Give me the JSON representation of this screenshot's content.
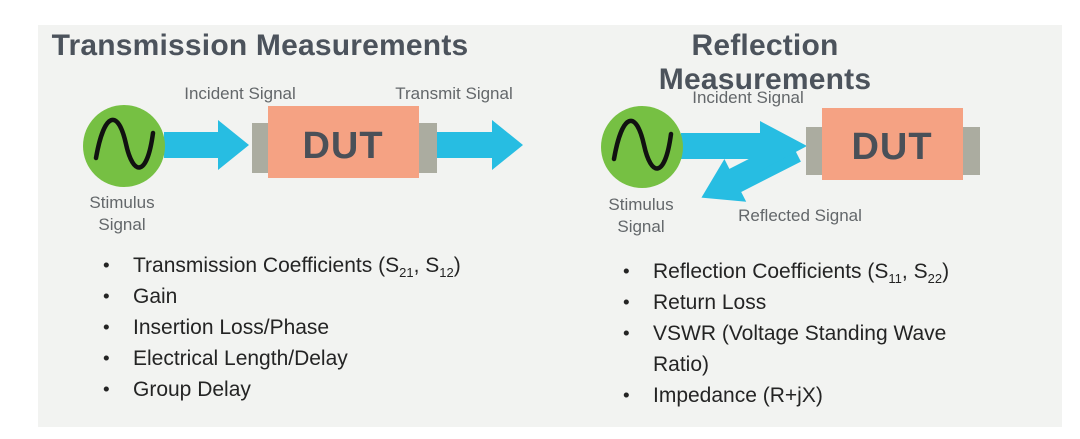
{
  "colors": {
    "panel_bg": "#F2F3F1",
    "green": "#76C043",
    "cyan": "#27BDE2",
    "salmon": "#F5A283",
    "connector_gray": "#ABACA0",
    "title_color": "#4C535C",
    "label_color": "#63676A",
    "dut_text": "#4A5058",
    "bullet_text": "#242424",
    "sine_black": "#111111",
    "page_bg": "#FFFFFF"
  },
  "transmission": {
    "title": "Transmission Measurements",
    "diagram": {
      "incident_signal_label": "Incident Signal",
      "transmit_signal_label": "Transmit Signal",
      "stimulus_signal_line1": "Stimulus",
      "stimulus_signal_line2": "Signal",
      "dut_label": "DUT"
    },
    "bullets": [
      [
        {
          "t": "Transmission Coefficients (S"
        },
        {
          "t": "21",
          "sub": true
        },
        {
          "t": ", S"
        },
        {
          "t": "12",
          "sub": true
        },
        {
          "t": ")"
        }
      ],
      [
        {
          "t": "Gain"
        }
      ],
      [
        {
          "t": "Insertion Loss/Phase"
        }
      ],
      [
        {
          "t": "Electrical Length/Delay"
        }
      ],
      [
        {
          "t": "Group Delay"
        }
      ]
    ]
  },
  "reflection": {
    "title": "Reflection Measurements",
    "diagram": {
      "incident_signal_label": "Incident Signal",
      "reflected_signal_label": "Reflected Signal",
      "stimulus_signal_line1": "Stimulus",
      "stimulus_signal_line2": "Signal",
      "dut_label": "DUT"
    },
    "bullets": [
      [
        {
          "t": "Reflection Coefficients (S"
        },
        {
          "t": "11",
          "sub": true
        },
        {
          "t": ", S"
        },
        {
          "t": "22",
          "sub": true
        },
        {
          "t": ")"
        }
      ],
      [
        {
          "t": "Return Loss"
        }
      ],
      [
        {
          "t": "VSWR (Voltage Standing Wave Ratio)"
        }
      ],
      [
        {
          "t": "Impedance (R+jX)"
        }
      ]
    ]
  }
}
